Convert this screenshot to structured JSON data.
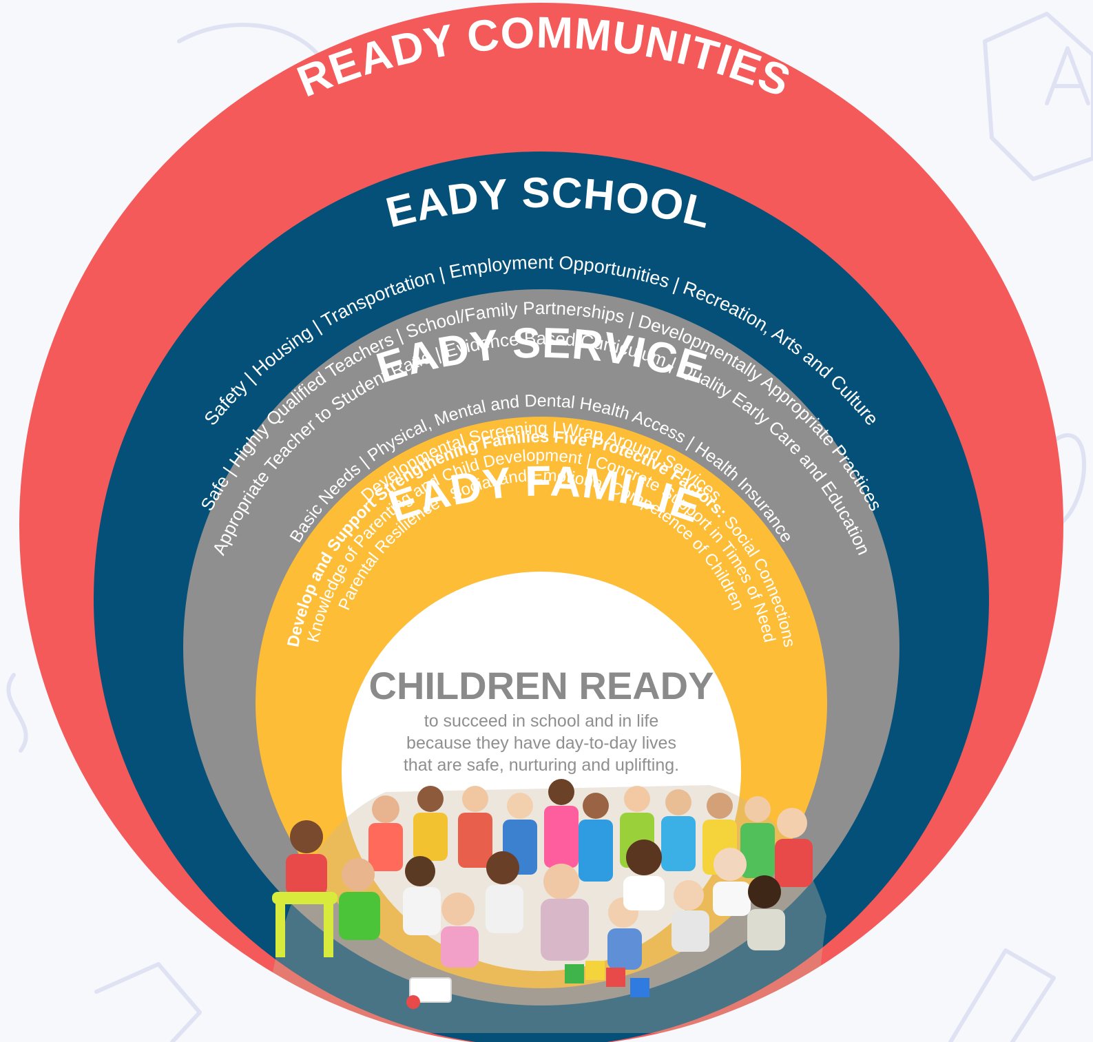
{
  "colors": {
    "background": "#f7f8fc",
    "communities": "#f55a5a",
    "schools": "#045078",
    "services": "#8f8f8f",
    "families": "#fdbd36",
    "center": "#ffffff",
    "center_text": "#8a8a8a",
    "decorations": "#dfe2f3"
  },
  "communities": {
    "title": "READY COMMUNITIES",
    "items": "Safety  |  Housing  |  Transportation  |  Employment Opportunities  |  Recreation, Arts and Culture"
  },
  "schools": {
    "title": "READY SCHOOLS",
    "items_line1": "Safe  |  Highly Qualified Teachers  |  School/Family Partnerships  |  Developmentally Appropriate Practices",
    "items_line2": "Appropriate Teacher to Student Ratio  |  Evidence Based Curriculum  |  Quality Early Care and Education"
  },
  "services": {
    "title": "READY SERVICES",
    "items_line1": "Basic Needs  |  Physical, Mental and Dental Health Access  |  Health Insurance",
    "items_line2": "Developmental Screening  |  Wrap Around Services"
  },
  "families": {
    "title": "READY FAMILIES",
    "line1_bold": "Develop and Support Strengthening Families Five Protective Factors:",
    "line1_rest": " Social Connections",
    "line2": "Knowledge of Parenting and Child Development  |  Concrete Support in Times of Need",
    "line3": "Parental Resilience  |  Social and Emotional Competence of Children"
  },
  "center": {
    "title": "CHILDREN READY",
    "line1": "to succeed in school and in life",
    "line2": "because they have day-to-day lives",
    "line3": "that are safe, nurturing and uplifting."
  },
  "photo": {
    "icon": "children-group-photo"
  }
}
